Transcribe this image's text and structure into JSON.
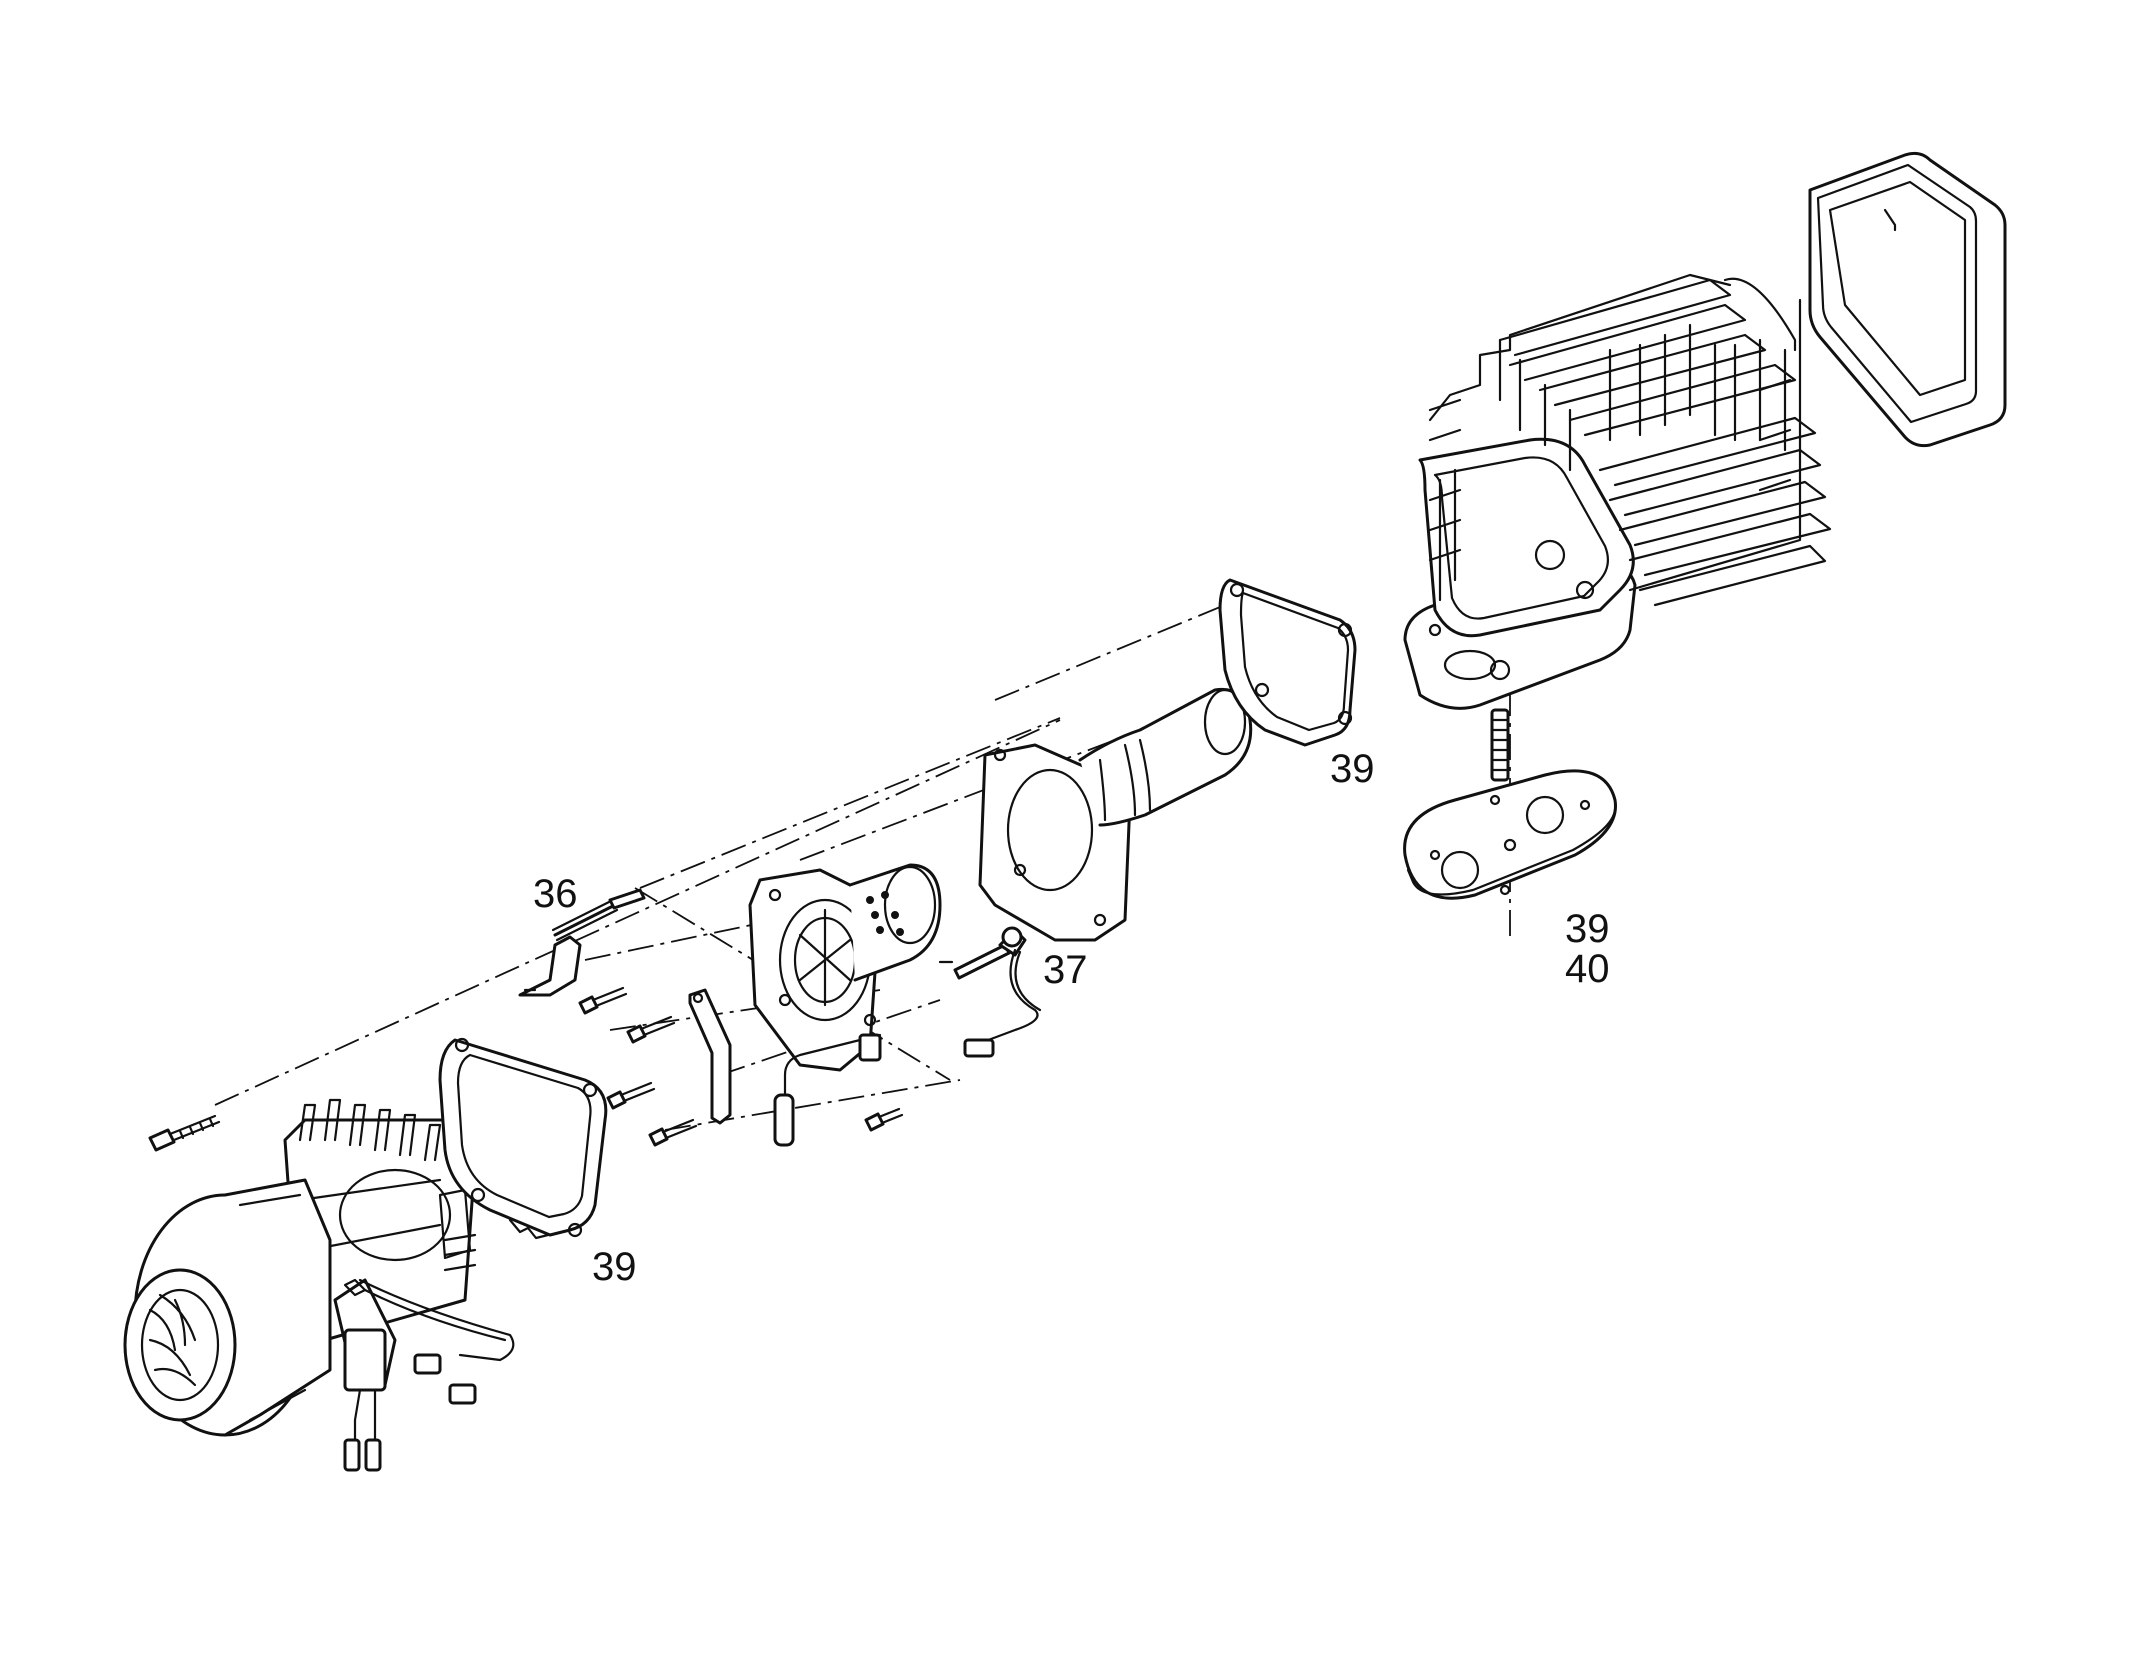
{
  "callouts": {
    "gasket_left": "39",
    "screw_36": "36",
    "glow_plug_37": "37",
    "gasket_middle": "39",
    "base_gasket_a": "39",
    "base_gasket_b": "40"
  },
  "icons": {
    "blower_motor": "blower-motor-icon",
    "gasket": "gasket-icon",
    "burner_insert": "burner-insert-icon",
    "combustion_tube": "combustion-tube-icon",
    "heat_exchanger": "heat-exchanger-icon",
    "protective_frame": "protective-frame-icon",
    "screw": "screw-icon",
    "glow_plug": "glow-plug-icon",
    "overheat_sensor": "overheat-sensor-icon",
    "stud_bolt": "stud-bolt-icon",
    "base_gasket": "base-gasket-icon"
  }
}
